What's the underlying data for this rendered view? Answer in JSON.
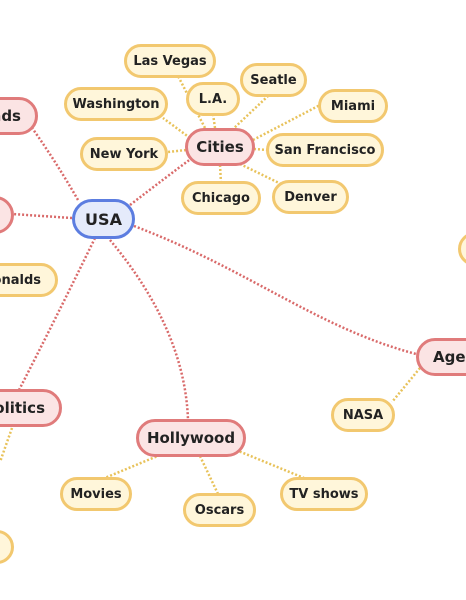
{
  "colors": {
    "root_fill": "#e5ebfb",
    "root_border": "#5c7de0",
    "branch_fill": "#fbe4e4",
    "branch_border": "#e07b7b",
    "leaf_fill": "#fff6da",
    "leaf_border": "#f2c86f",
    "branch_link": "#d96a6a",
    "leaf_link": "#e8c25a"
  },
  "root": {
    "label": "USA"
  },
  "branches": {
    "cities": "Cities",
    "hollywood": "Hollywood",
    "politics": "Politics",
    "agencies": "Agen",
    "brands": "nds"
  },
  "cities": {
    "las_vegas": "Las Vegas",
    "la": "L.A.",
    "seatle": "Seatle",
    "washington": "Washington",
    "miami": "Miami",
    "new_york": "New York",
    "san_francisco": "San Francisco",
    "chicago": "Chicago",
    "denver": "Denver"
  },
  "hollywood": {
    "movies": "Movies",
    "oscars": "Oscars",
    "tv_shows": "TV shows"
  },
  "agencies": {
    "nasa": "NASA"
  },
  "food": {
    "mcdonalds": "ponalds"
  }
}
